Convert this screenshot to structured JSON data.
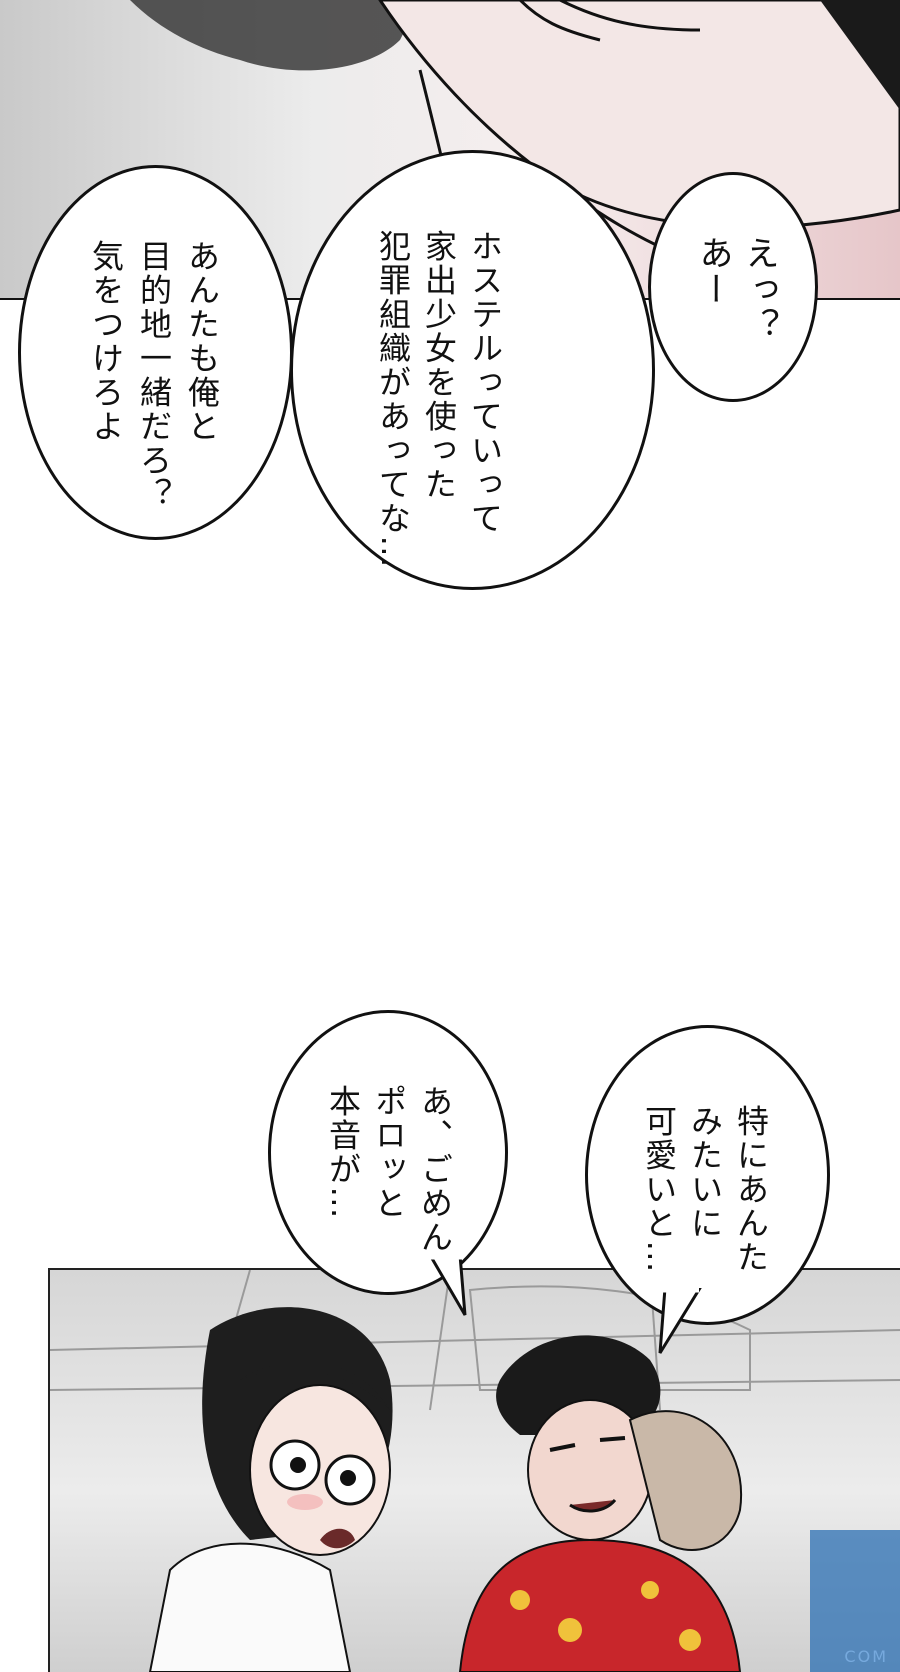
{
  "bubbles": {
    "b1": {
      "lines": [
        "えっ？",
        "あー"
      ]
    },
    "b2": {
      "lines": [
        "ホステルっていって",
        "家出少女を使った",
        "犯罪組織があってな…"
      ]
    },
    "b3": {
      "lines": [
        "あんたも俺と",
        "目的地一緒だろ？",
        "気をつけろよ"
      ]
    },
    "b4": {
      "lines": [
        "特にあんた",
        "みたいに",
        "可愛いと…"
      ]
    },
    "b5": {
      "lines": [
        "あ、ごめん",
        "ポロッと",
        "本音が…"
      ]
    }
  },
  "watermark": "COM",
  "colors": {
    "ink": "#111111",
    "blush": "#e6c6c9",
    "shirt_red": "#c8262b",
    "seat_blue": "#2b6fb3"
  }
}
